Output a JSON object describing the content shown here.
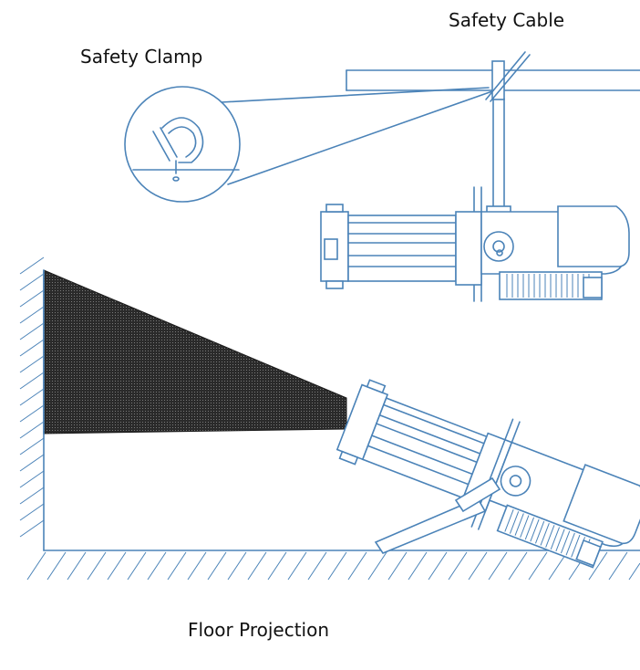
{
  "labels": {
    "safety_cable": "Safety Cable",
    "safety_clamp": "Safety Clamp",
    "floor_projection": "Floor Projection"
  },
  "colors": {
    "line": "#4b83b8",
    "beam": "#1a1a1a",
    "text": "#111111",
    "background": "#ffffff"
  }
}
